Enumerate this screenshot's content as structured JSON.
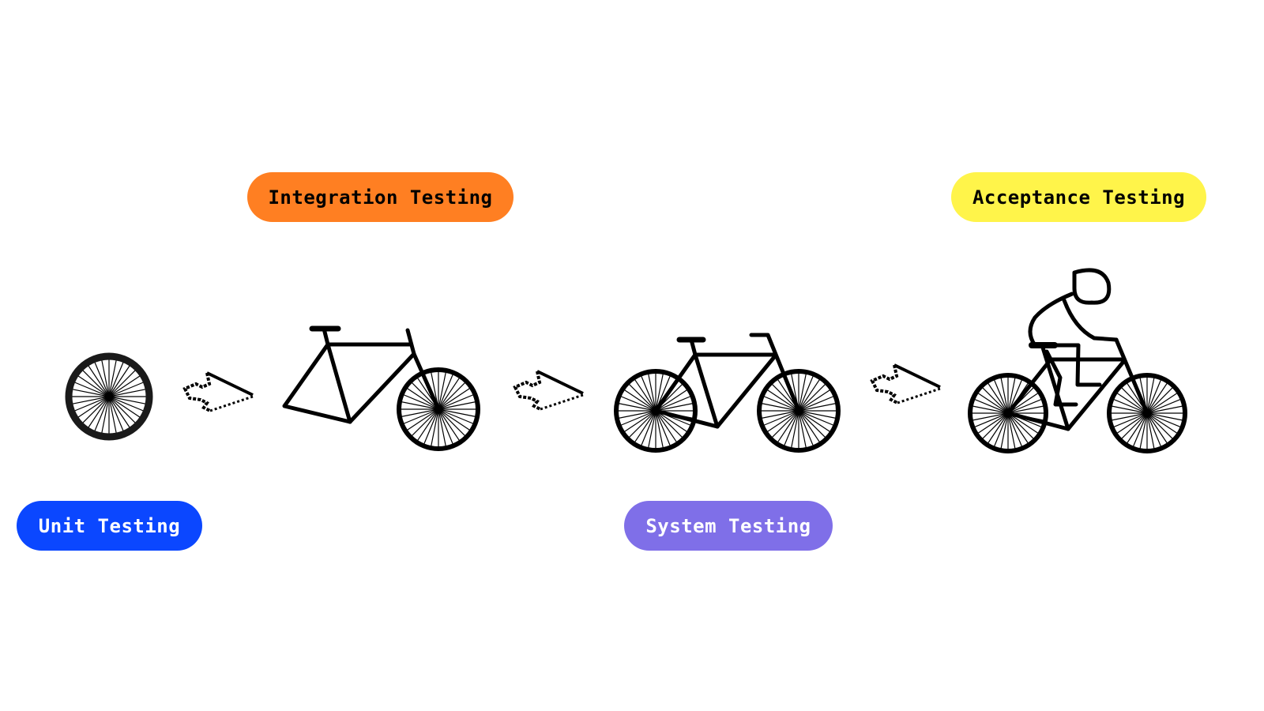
{
  "labels": {
    "unit": "Unit Testing",
    "integration": "Integration Testing",
    "system": "System Testing",
    "acceptance": "Acceptance Testing"
  },
  "colors": {
    "unit": "#0b47ff",
    "integration": "#ff7f22",
    "system": "#7f6fe8",
    "acceptance": "#fff44a"
  },
  "icons": [
    "wheel-icon",
    "bike-frame-icon",
    "bicycle-icon",
    "cyclist-icon",
    "pixel-arrow-icon"
  ]
}
